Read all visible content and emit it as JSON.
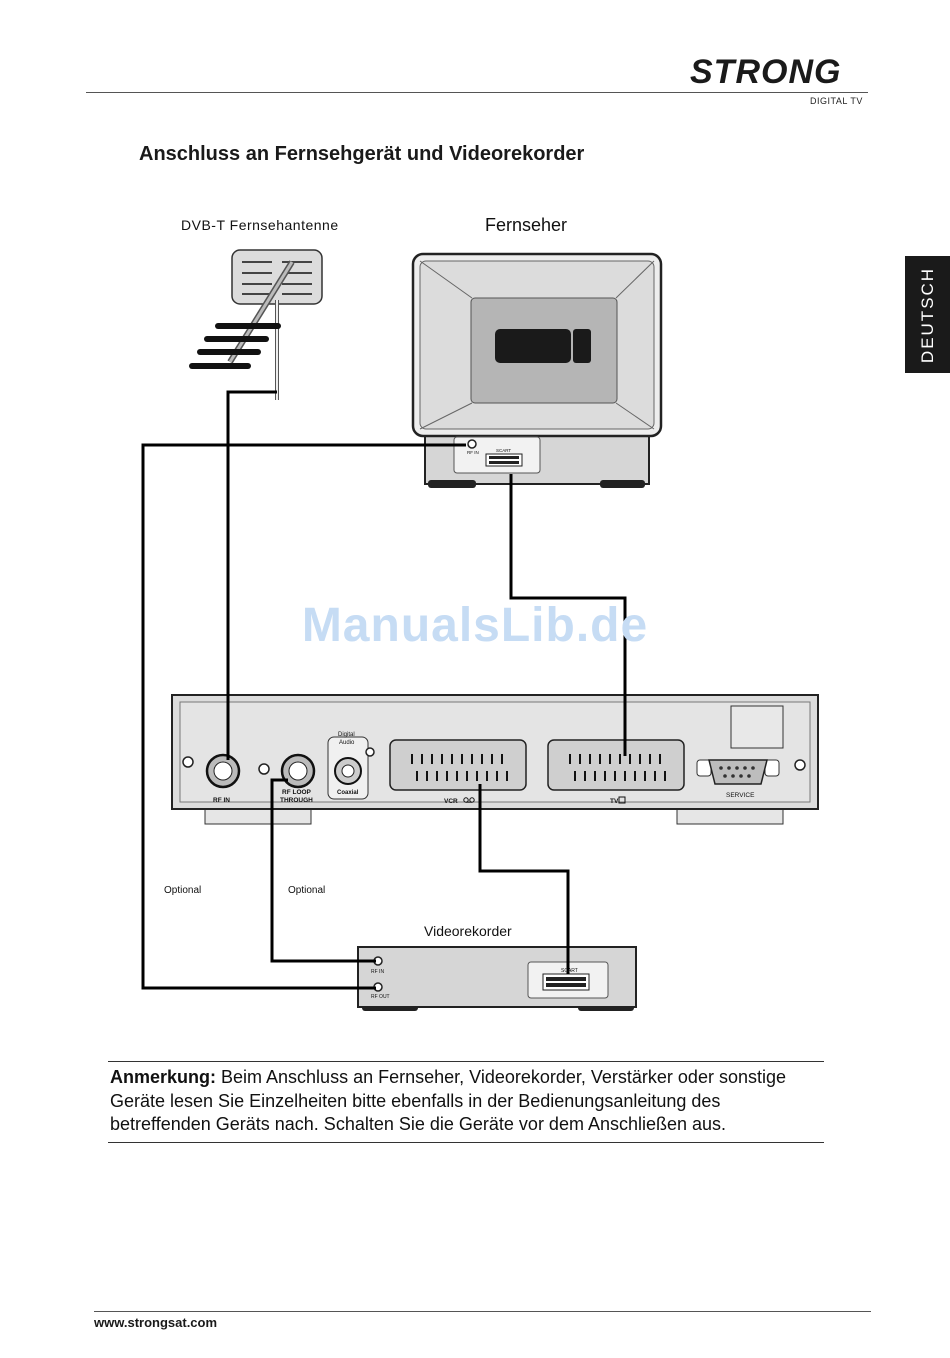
{
  "brand": {
    "name": "STRONG",
    "tagline": "DIGITAL TV"
  },
  "page": {
    "title": "Anschluss an Fernsehgerät und Videorekorder",
    "side_tab": "DEUTSCH",
    "watermark": "ManualsLib.de",
    "footer_url": "www.strongsat.com"
  },
  "diagram": {
    "antenna_label": "DVB-T Fernsehantenne",
    "tv_label": "Fernseher",
    "tv_rf_in": "RF IN",
    "tv_scart": "SCART",
    "receiver": {
      "rf_in": "RF  IN",
      "rf_loop": "RF  LOOP",
      "through": "THROUGH",
      "digital": "Digital",
      "audio": "Audio",
      "coaxial": "Coaxial",
      "vcr": "VCR",
      "tv": "TV",
      "service": "SERVICE"
    },
    "optional_1": "Optional",
    "optional_2": "Optional",
    "vcr_label": "Videorekorder",
    "vcr_rf_in": "RF IN",
    "vcr_rf_out": "RF OUT",
    "vcr_scart": "SCART"
  },
  "note": {
    "label": "Anmerkung:",
    "text": " Beim Anschluss an Fernseher, Videorekorder, Verstärker oder sonstige Geräte lesen Sie Einzelheiten bitte ebenfalls in der Bedienungsanleitung des betreffenden Geräts nach. Schalten Sie die Geräte vor dem Anschließen aus."
  },
  "colors": {
    "ink": "#111111",
    "cable": "#000000",
    "device_fill": "#d9d9d9",
    "screen": "#b5b5b5",
    "watermark": "#c6dcf4",
    "tab_bg": "#1a1a1a"
  }
}
